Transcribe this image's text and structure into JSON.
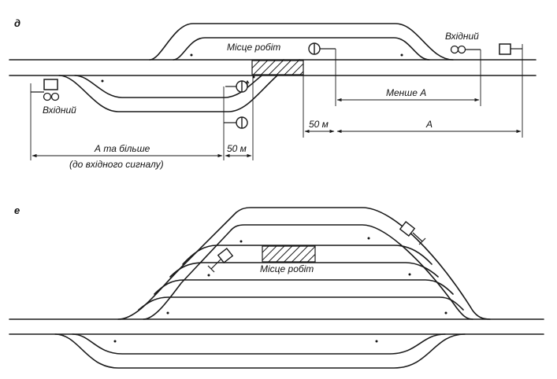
{
  "diagram_d": {
    "label": "д",
    "work_site": "Місце робіт",
    "entry_signal_right": "Вхідний",
    "entry_signal_left": "Вхідний",
    "less_than_a": "Менше А",
    "fifty_m_right": "50 м",
    "a_value": "А",
    "a_or_more": "А та більше",
    "to_entry_signal": "(до вхідного сигналу)",
    "fifty_m_left": "50 м"
  },
  "diagram_e": {
    "label": "е",
    "work_site": "Місце робіт"
  }
}
